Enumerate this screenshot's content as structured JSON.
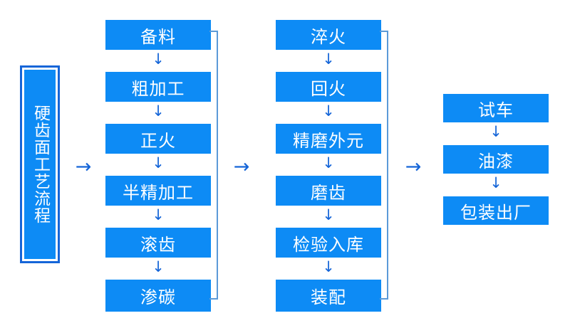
{
  "diagram": {
    "title_plate": {
      "label": "硬齿面工艺流程"
    },
    "colors": {
      "box_fill": "#0d8bf5",
      "box_text": "#ffffff",
      "arrow": "#1565d8",
      "connector": "#5b9ad8",
      "background": "#ffffff"
    },
    "arrow_glyphs": {
      "down": "↓",
      "right": "→"
    },
    "columns": [
      {
        "name": "column-1",
        "steps": [
          {
            "label": "备料"
          },
          {
            "label": "粗加工"
          },
          {
            "label": "正火"
          },
          {
            "label": "半精加工"
          },
          {
            "label": "滚齿"
          },
          {
            "label": "渗碳"
          }
        ]
      },
      {
        "name": "column-2",
        "steps": [
          {
            "label": "淬火"
          },
          {
            "label": "回火"
          },
          {
            "label": "精磨外元"
          },
          {
            "label": "磨齿"
          },
          {
            "label": "检验入库"
          },
          {
            "label": "装配"
          }
        ]
      },
      {
        "name": "column-3",
        "steps": [
          {
            "label": "试车"
          },
          {
            "label": "油漆"
          },
          {
            "label": "包装出厂"
          }
        ]
      }
    ],
    "flow_arrows": [
      {
        "name": "plate-to-column-1"
      },
      {
        "name": "column-1-to-column-2"
      },
      {
        "name": "column-2-to-column-3"
      }
    ]
  }
}
